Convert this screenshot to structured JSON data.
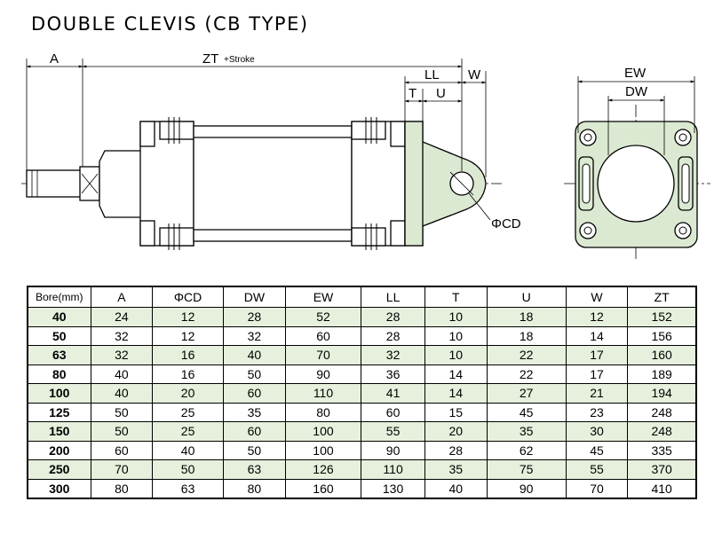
{
  "title": "DOUBLE CLEVIS (CB  TYPE)",
  "side_view": {
    "dim_labels": {
      "A": "A",
      "ZT": "ZT",
      "stroke": "+Stroke",
      "LL": "LL",
      "W": "W",
      "T": "T",
      "U": "U",
      "CD": "ΦCD"
    },
    "body_color": "#ffffff",
    "clevis_color": "#dce9d2"
  },
  "end_view": {
    "dim_labels": {
      "EW": "EW",
      "DW": "DW"
    },
    "fill_color": "#dce9d2"
  },
  "table": {
    "headers": [
      "Bore(mm)",
      "A",
      "ΦCD",
      "DW",
      "EW",
      "LL",
      "T",
      "U",
      "W",
      "ZT"
    ],
    "rows": [
      [
        "40",
        "24",
        "12",
        "28",
        "52",
        "28",
        "10",
        "18",
        "12",
        "152"
      ],
      [
        "50",
        "32",
        "12",
        "32",
        "60",
        "28",
        "10",
        "18",
        "14",
        "156"
      ],
      [
        "63",
        "32",
        "16",
        "40",
        "70",
        "32",
        "10",
        "22",
        "17",
        "160"
      ],
      [
        "80",
        "40",
        "16",
        "50",
        "90",
        "36",
        "14",
        "22",
        "17",
        "189"
      ],
      [
        "100",
        "40",
        "20",
        "60",
        "110",
        "41",
        "14",
        "27",
        "21",
        "194"
      ],
      [
        "125",
        "50",
        "25",
        "35",
        "80",
        "60",
        "15",
        "45",
        "23",
        "248"
      ],
      [
        "150",
        "50",
        "25",
        "60",
        "100",
        "55",
        "20",
        "35",
        "30",
        "248"
      ],
      [
        "200",
        "60",
        "40",
        "50",
        "100",
        "90",
        "28",
        "62",
        "45",
        "335"
      ],
      [
        "250",
        "70",
        "50",
        "63",
        "126",
        "110",
        "35",
        "75",
        "55",
        "370"
      ],
      [
        "300",
        "80",
        "63",
        "80",
        "160",
        "130",
        "40",
        "90",
        "70",
        "410"
      ]
    ],
    "shade_color": "#e6f0dc"
  }
}
